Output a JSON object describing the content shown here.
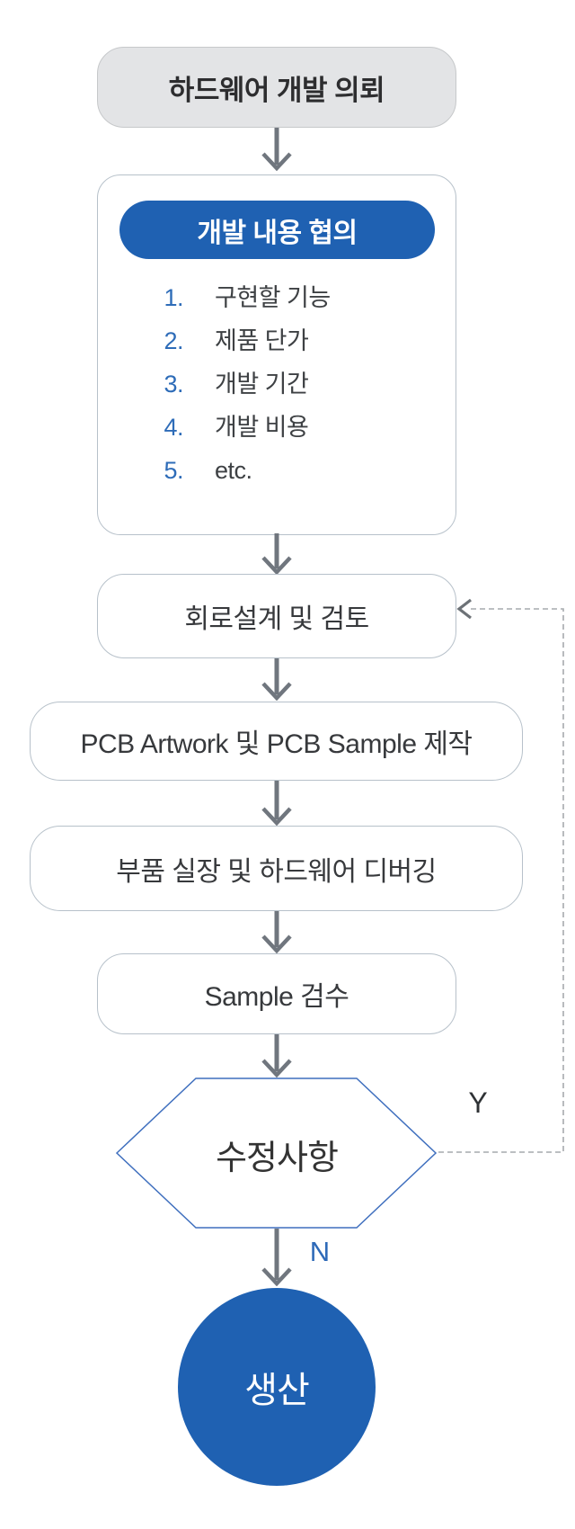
{
  "colors": {
    "accent_blue": "#1f61b2",
    "arrow_gray": "#70767e",
    "hexagon_border": "#3f6fbe",
    "dashed_gray": "#a6aaad",
    "list_number_blue": "#2e6cb8"
  },
  "flow": {
    "start": {
      "label": "하드웨어 개발 의뢰"
    },
    "discussion": {
      "title": "개발 내용 협의",
      "items": [
        {
          "num": "1.",
          "text": "구현할 기능"
        },
        {
          "num": "2.",
          "text": "제품 단가"
        },
        {
          "num": "3.",
          "text": "개발 기간"
        },
        {
          "num": "4.",
          "text": "개발 비용"
        },
        {
          "num": "5.",
          "text": "etc."
        }
      ]
    },
    "circuit_design": {
      "label": "회로설계 및 검토"
    },
    "pcb_artwork": {
      "label": "PCB Artwork 및 PCB Sample 제작"
    },
    "assembly_debug": {
      "label": "부품 실장 및 하드웨어 디버깅"
    },
    "sample_inspection": {
      "label": "Sample 검수"
    },
    "decision": {
      "label": "수정사항",
      "yes": "Y",
      "no": "N"
    },
    "production": {
      "label": "생산"
    }
  }
}
